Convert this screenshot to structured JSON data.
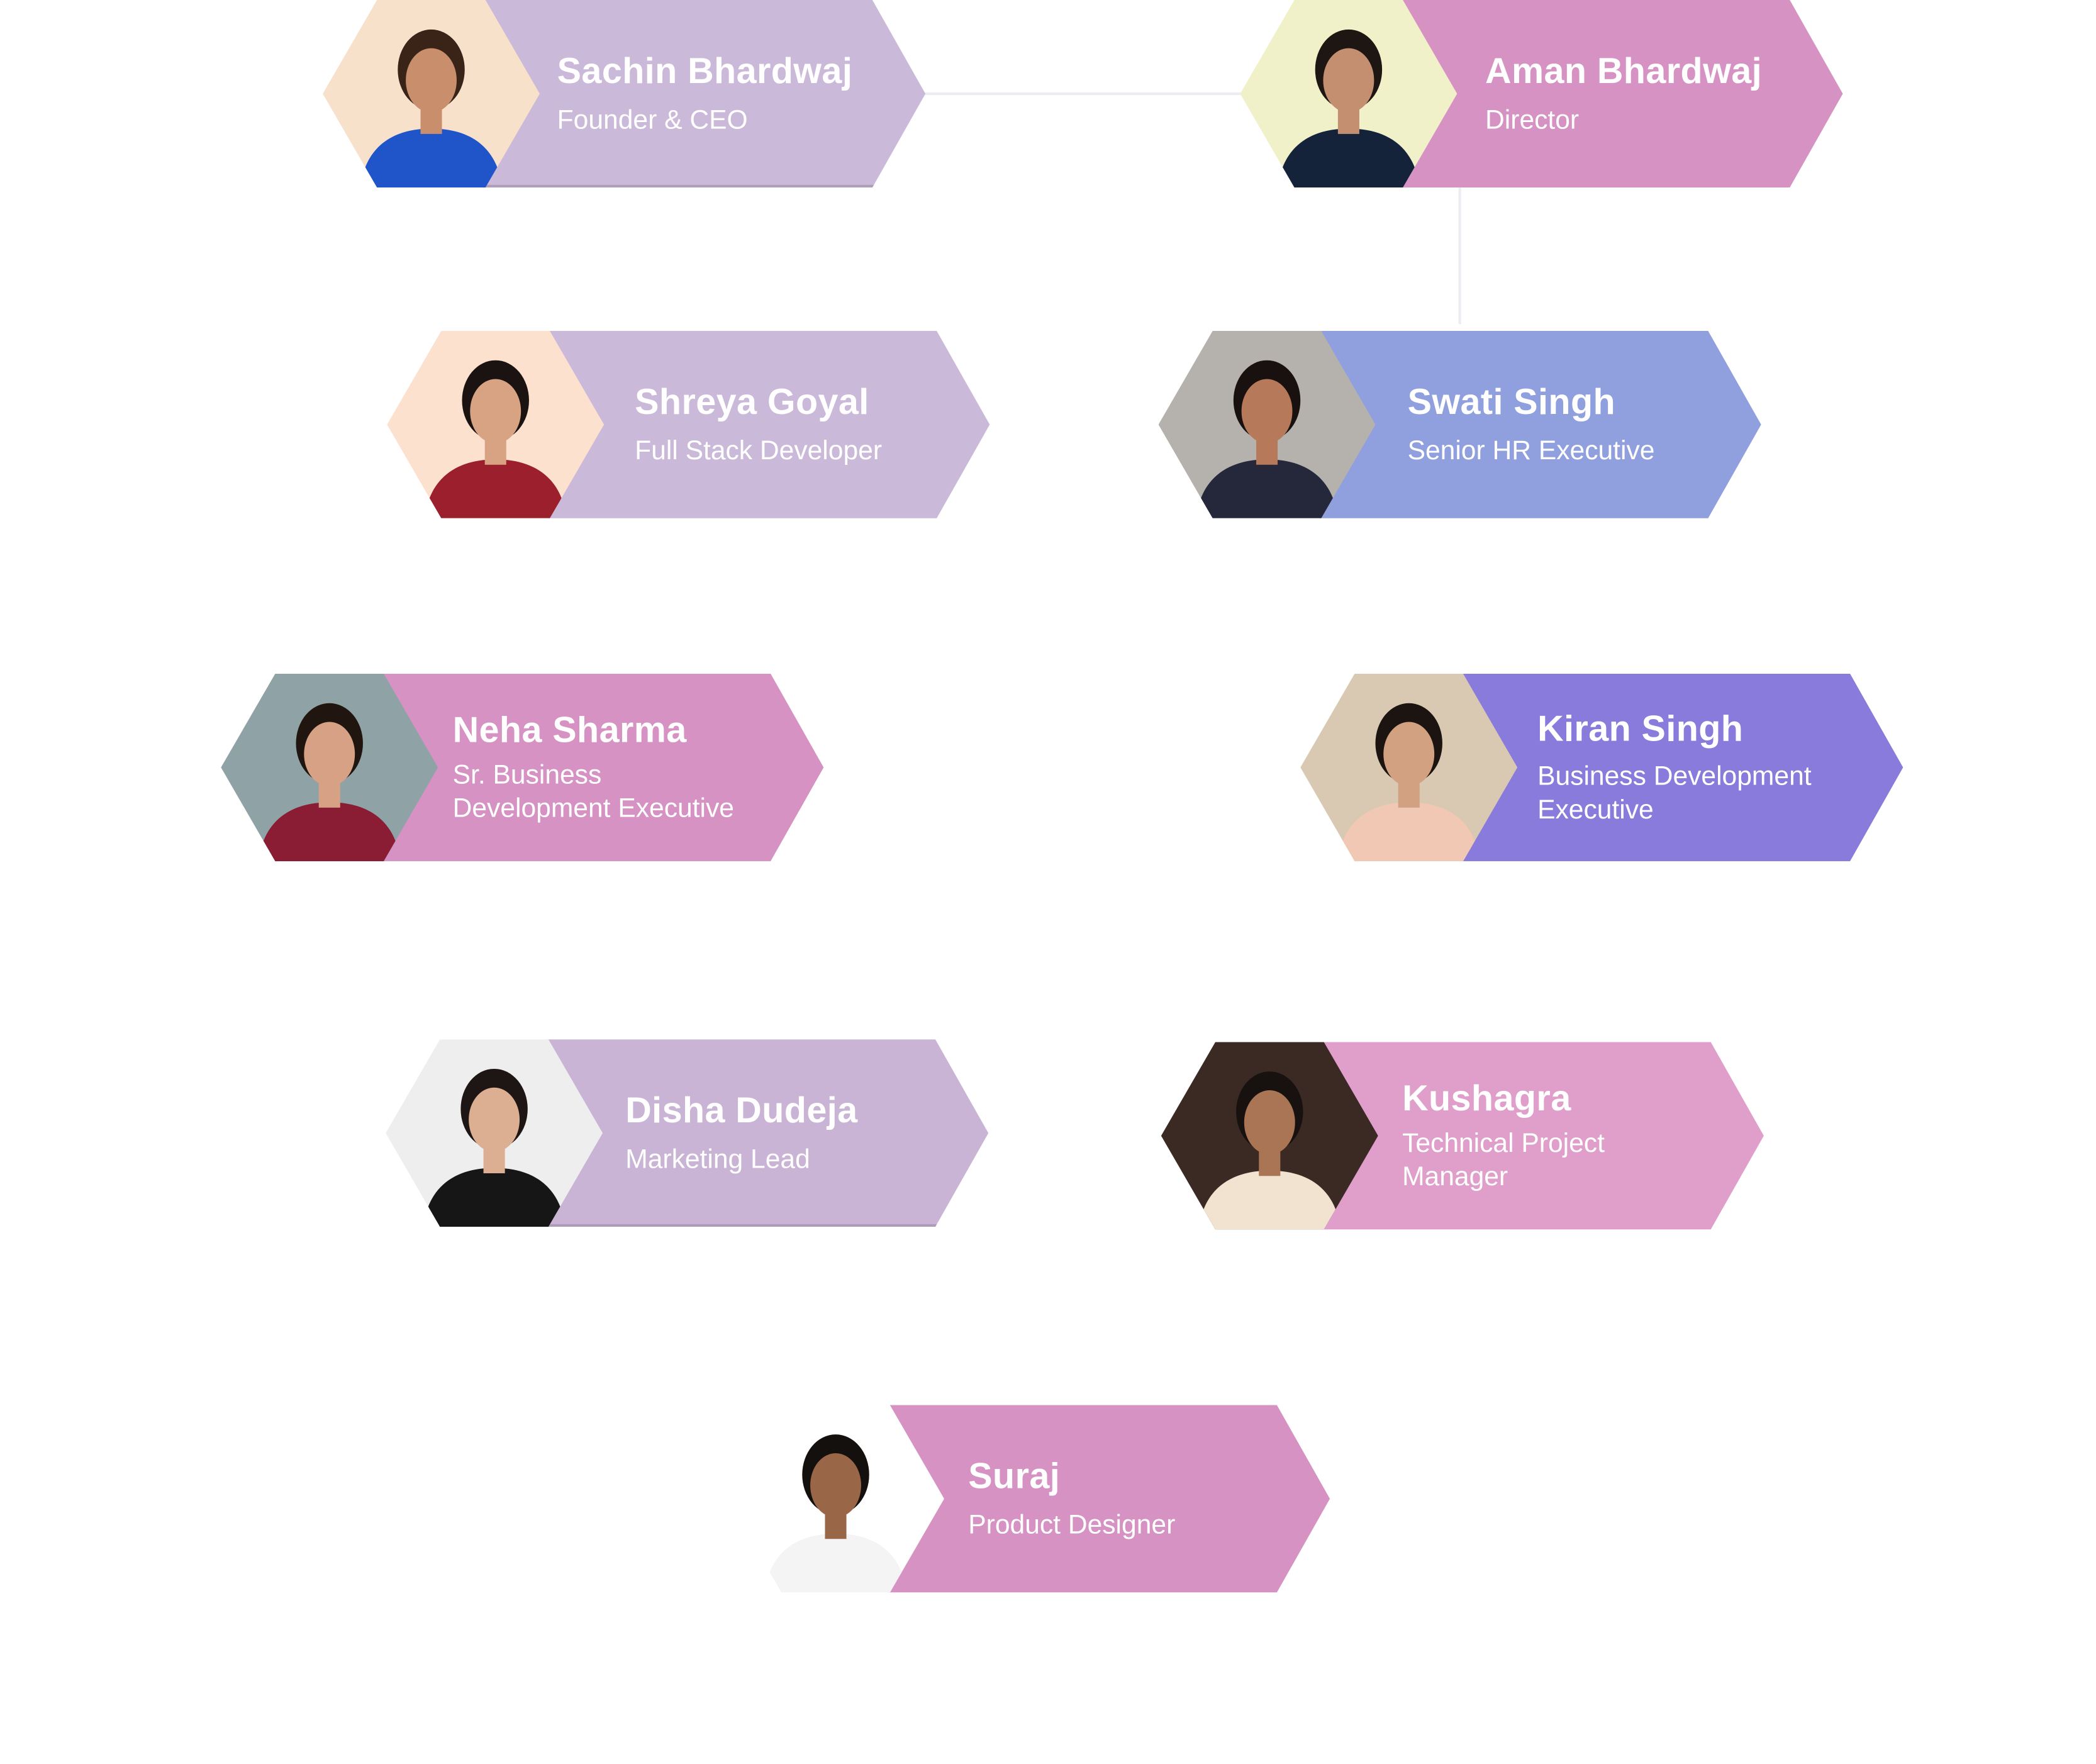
{
  "colors": {
    "lavender": "#cbb9d9",
    "lavender_soft": "#c9b4d5",
    "orchid": "#d592c3",
    "pink": "#df9fca",
    "periwinkle": "#909fde",
    "violet": "#887bdc",
    "connector": "#ececf2",
    "text": "#ffffff"
  },
  "team": [
    {
      "name": "Sachin Bhardwaj",
      "role": "Founder & CEO",
      "banner_color": "#cbb9d9",
      "photo_bg": "#f8e1cb",
      "outfit_color": "#1f55c9",
      "hair_color": "#3a2418",
      "skin_color": "#c98e6c"
    },
    {
      "name": "Aman Bhardwaj",
      "role": "Director",
      "banner_color": "#d592c3",
      "photo_bg": "#f1f1c9",
      "outfit_color": "#14223a",
      "hair_color": "#1d1613",
      "skin_color": "#c48f70"
    },
    {
      "name": "Shreya Goyal",
      "role": "Full Stack Developer",
      "banner_color": "#cbb9d9",
      "photo_bg": "#fde1cf",
      "outfit_color": "#9b1f2c",
      "hair_color": "#1a1311",
      "skin_color": "#d7a383"
    },
    {
      "name": "Swati Singh",
      "role": "Senior HR Executive",
      "banner_color": "#909fde",
      "photo_bg": "#b5b2ad",
      "outfit_color": "#25273a",
      "hair_color": "#18110f",
      "skin_color": "#b67a5a"
    },
    {
      "name": "Neha Sharma",
      "role": "Sr. Business\nDevelopment  Executive",
      "banner_color": "#d592c3",
      "photo_bg": "#8fa2a6",
      "outfit_color": "#8a1c34",
      "hair_color": "#21160f",
      "skin_color": "#d6a184"
    },
    {
      "name": "Kiran Singh",
      "role": "Business Development Executive",
      "banner_color": "#887bdc",
      "photo_bg": "#d9c8b2",
      "outfit_color": "#f0c8b4",
      "hair_color": "#1c1410",
      "skin_color": "#d2a182"
    },
    {
      "name": "Disha Dudeja",
      "role": "Marketing Lead",
      "banner_color": "#c9b4d5",
      "photo_bg": "#eeeeee",
      "outfit_color": "#161616",
      "hair_color": "#1d1614",
      "skin_color": "#dcae92"
    },
    {
      "name": "Kushagra",
      "role": "Technical Project Manager",
      "banner_color": "#df9fca",
      "photo_bg": "#3b2a24",
      "outfit_color": "#f1e3cf",
      "hair_color": "#171210",
      "skin_color": "#a97554"
    },
    {
      "name": "Suraj",
      "role": "Product Designer",
      "banner_color": "#d592c3",
      "photo_bg": "#ffffff",
      "outfit_color": "#f4f4f4",
      "hair_color": "#14100e",
      "skin_color": "#9a6648"
    }
  ]
}
